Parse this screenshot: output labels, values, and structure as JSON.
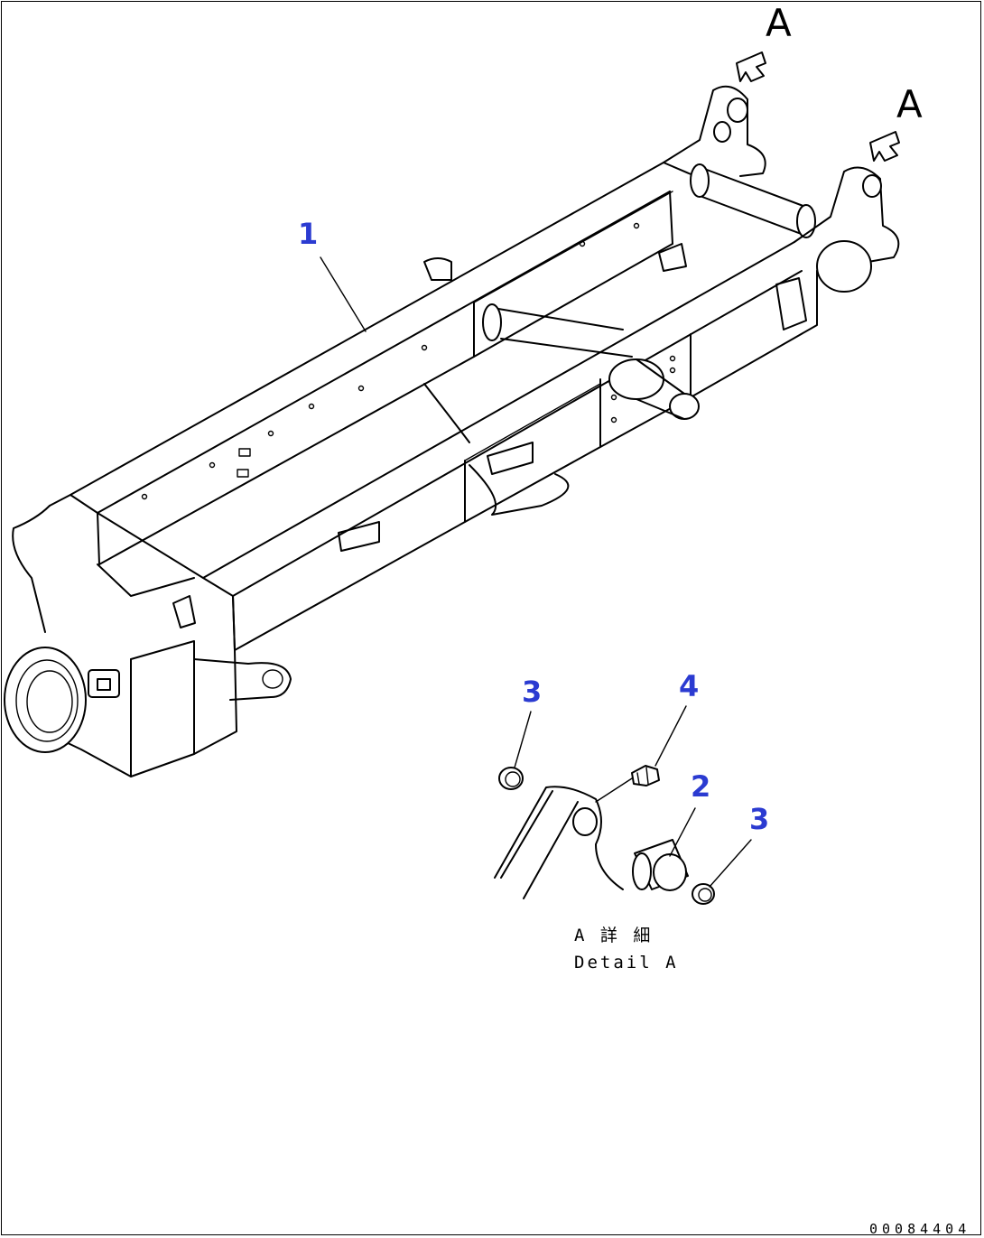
{
  "diagram": {
    "view_labels": [
      "A",
      "A"
    ],
    "callouts": [
      {
        "id": "part-1",
        "number": "1"
      },
      {
        "id": "part-2",
        "number": "2"
      },
      {
        "id": "part-3a",
        "number": "3"
      },
      {
        "id": "part-3b",
        "number": "3"
      },
      {
        "id": "part-4",
        "number": "4"
      }
    ],
    "detail_caption_jp": "A 詳 細",
    "detail_caption_en": "Detail A",
    "document_number": "00084404",
    "colors": {
      "callout": "#2b3bd1",
      "line": "#000000",
      "background": "#ffffff"
    }
  }
}
